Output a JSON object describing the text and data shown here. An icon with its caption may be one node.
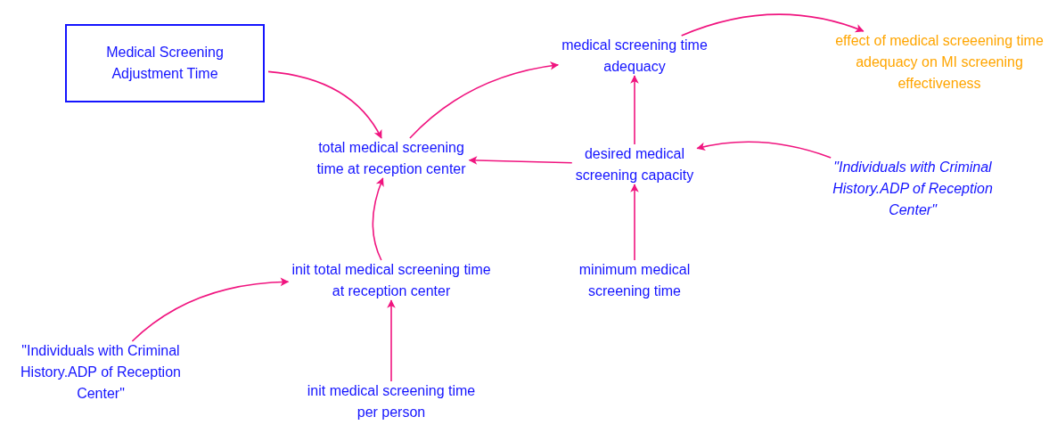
{
  "diagram": {
    "nodes": [
      {
        "text": [
          "Medical Screening Adjustment Time"
        ]
      },
      {
        "text": [
          "medical screening time adequacy"
        ]
      },
      {
        "text": [
          "effect of medical screeening time adequacy on MI screening effectiveness"
        ]
      },
      {
        "text": [
          "total medical screening time at reception center"
        ]
      },
      {
        "text": [
          "desired medical screening capacity"
        ]
      },
      {
        "text": [
          "\"Individuals with Criminal History.ADP of Reception Center\""
        ]
      },
      {
        "text": [
          "init total medical screening time at reception center"
        ]
      },
      {
        "text": [
          "minimum medical screening time"
        ]
      },
      {
        "text": [
          "\"Individuals with Criminal History.ADP of Reception Center\""
        ]
      },
      {
        "text": [
          "init medical screening time per person"
        ]
      }
    ],
    "edges": [
      {
        "from": 0,
        "to": 3,
        "arrow": "to"
      },
      {
        "from": 3,
        "to": 1,
        "arrow": "to"
      },
      {
        "from": 1,
        "to": 2,
        "arrow": "to"
      },
      {
        "from": 4,
        "to": 1,
        "arrow": "to"
      },
      {
        "from": 4,
        "to": 3,
        "arrow": "to"
      },
      {
        "from": 5,
        "to": 4,
        "arrow": "to"
      },
      {
        "from": 7,
        "to": 4,
        "arrow": "to"
      },
      {
        "from": 6,
        "to": 3,
        "arrow": "to"
      },
      {
        "from": 8,
        "to": 6,
        "arrow": "to"
      },
      {
        "from": 9,
        "to": 6,
        "arrow": "to"
      }
    ]
  }
}
